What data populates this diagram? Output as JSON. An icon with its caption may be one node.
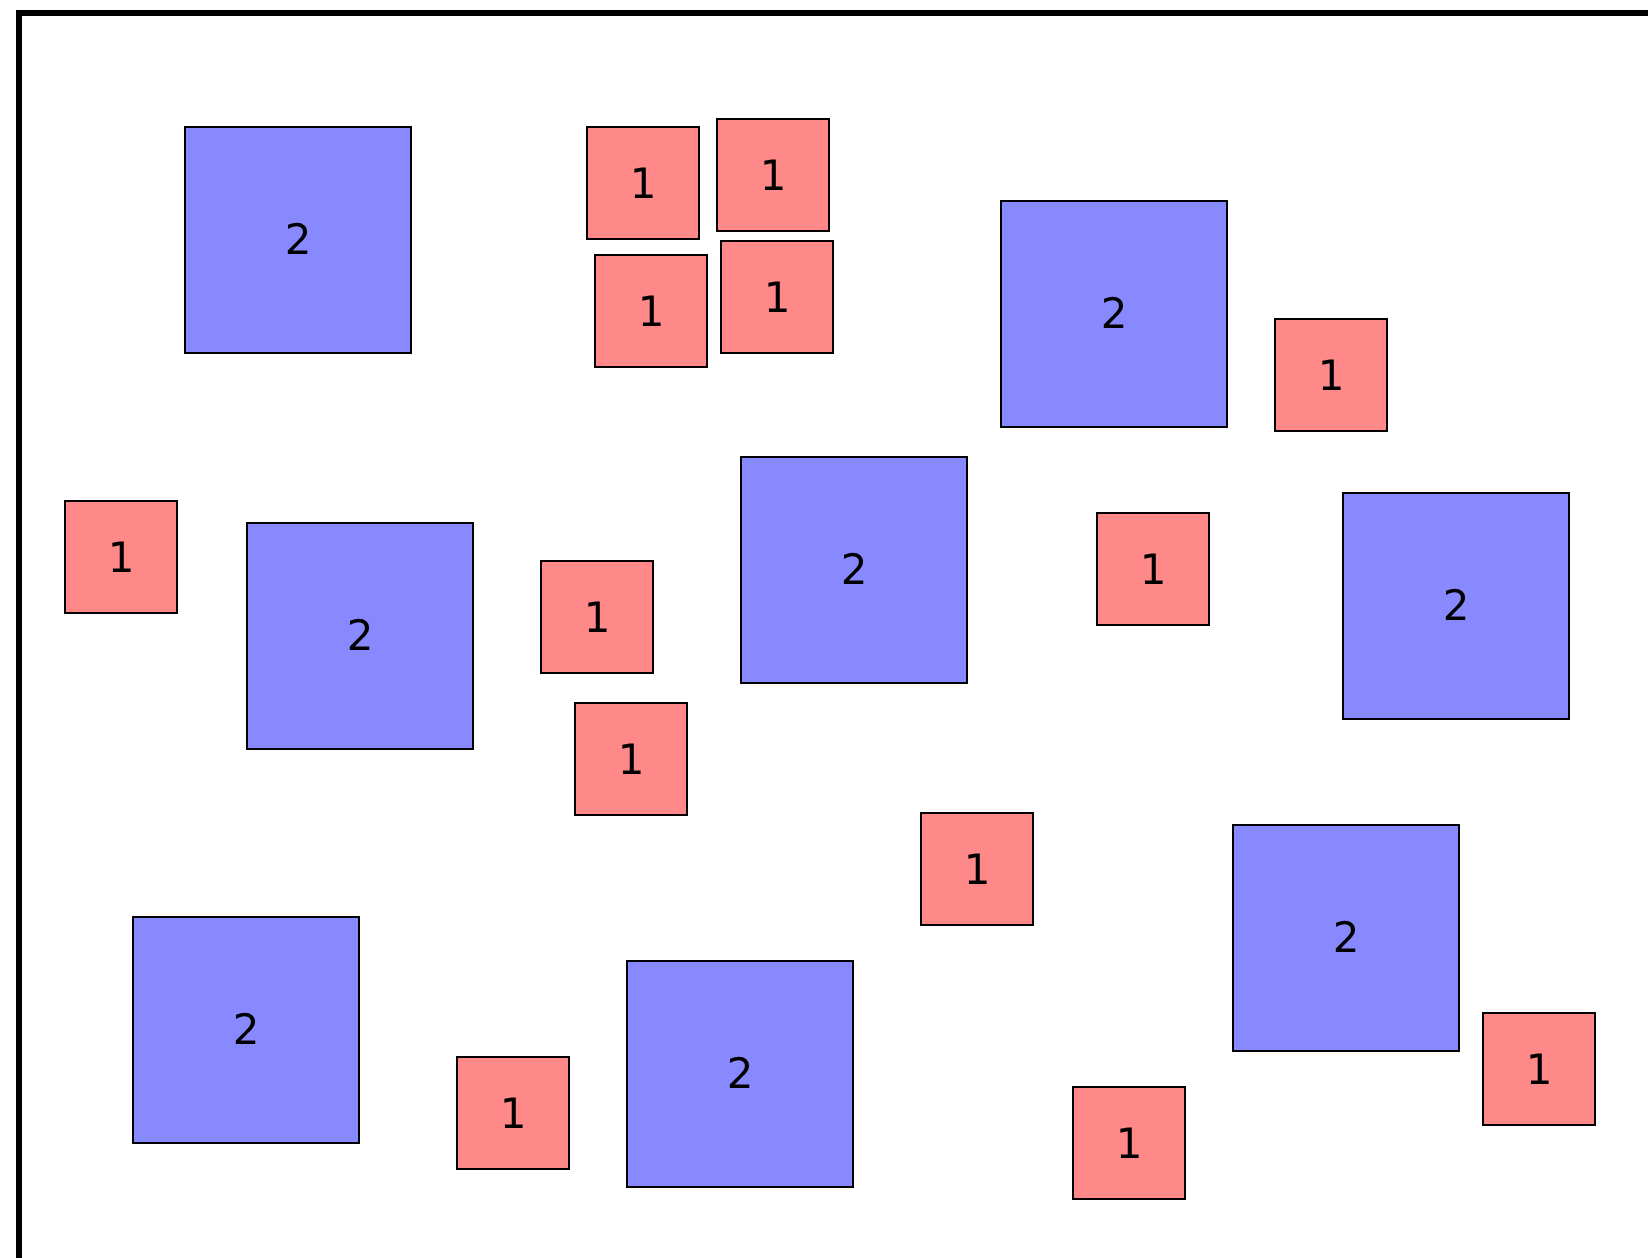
{
  "diagram": {
    "nodes": [
      {
        "text": [
          "1"
        ]
      },
      {
        "text": [
          "2"
        ]
      },
      {
        "text": [
          "1"
        ]
      },
      {
        "text": [
          "2"
        ]
      },
      {
        "text": [
          "1"
        ]
      },
      {
        "text": [
          "1"
        ]
      },
      {
        "text": [
          "1"
        ]
      },
      {
        "text": [
          "2"
        ]
      },
      {
        "text": [
          "2"
        ]
      },
      {
        "text": [
          "1"
        ]
      },
      {
        "text": [
          "1"
        ]
      },
      {
        "text": [
          "2"
        ]
      },
      {
        "text": [
          "1"
        ]
      },
      {
        "text": [
          "1"
        ]
      },
      {
        "text": [
          "1"
        ]
      },
      {
        "text": [
          "2"
        ]
      },
      {
        "text": [
          "2"
        ]
      },
      {
        "text": [
          "2"
        ]
      },
      {
        "text": [
          "1"
        ]
      },
      {
        "text": [
          "1"
        ]
      },
      {
        "text": [
          "1"
        ]
      }
    ]
  }
}
